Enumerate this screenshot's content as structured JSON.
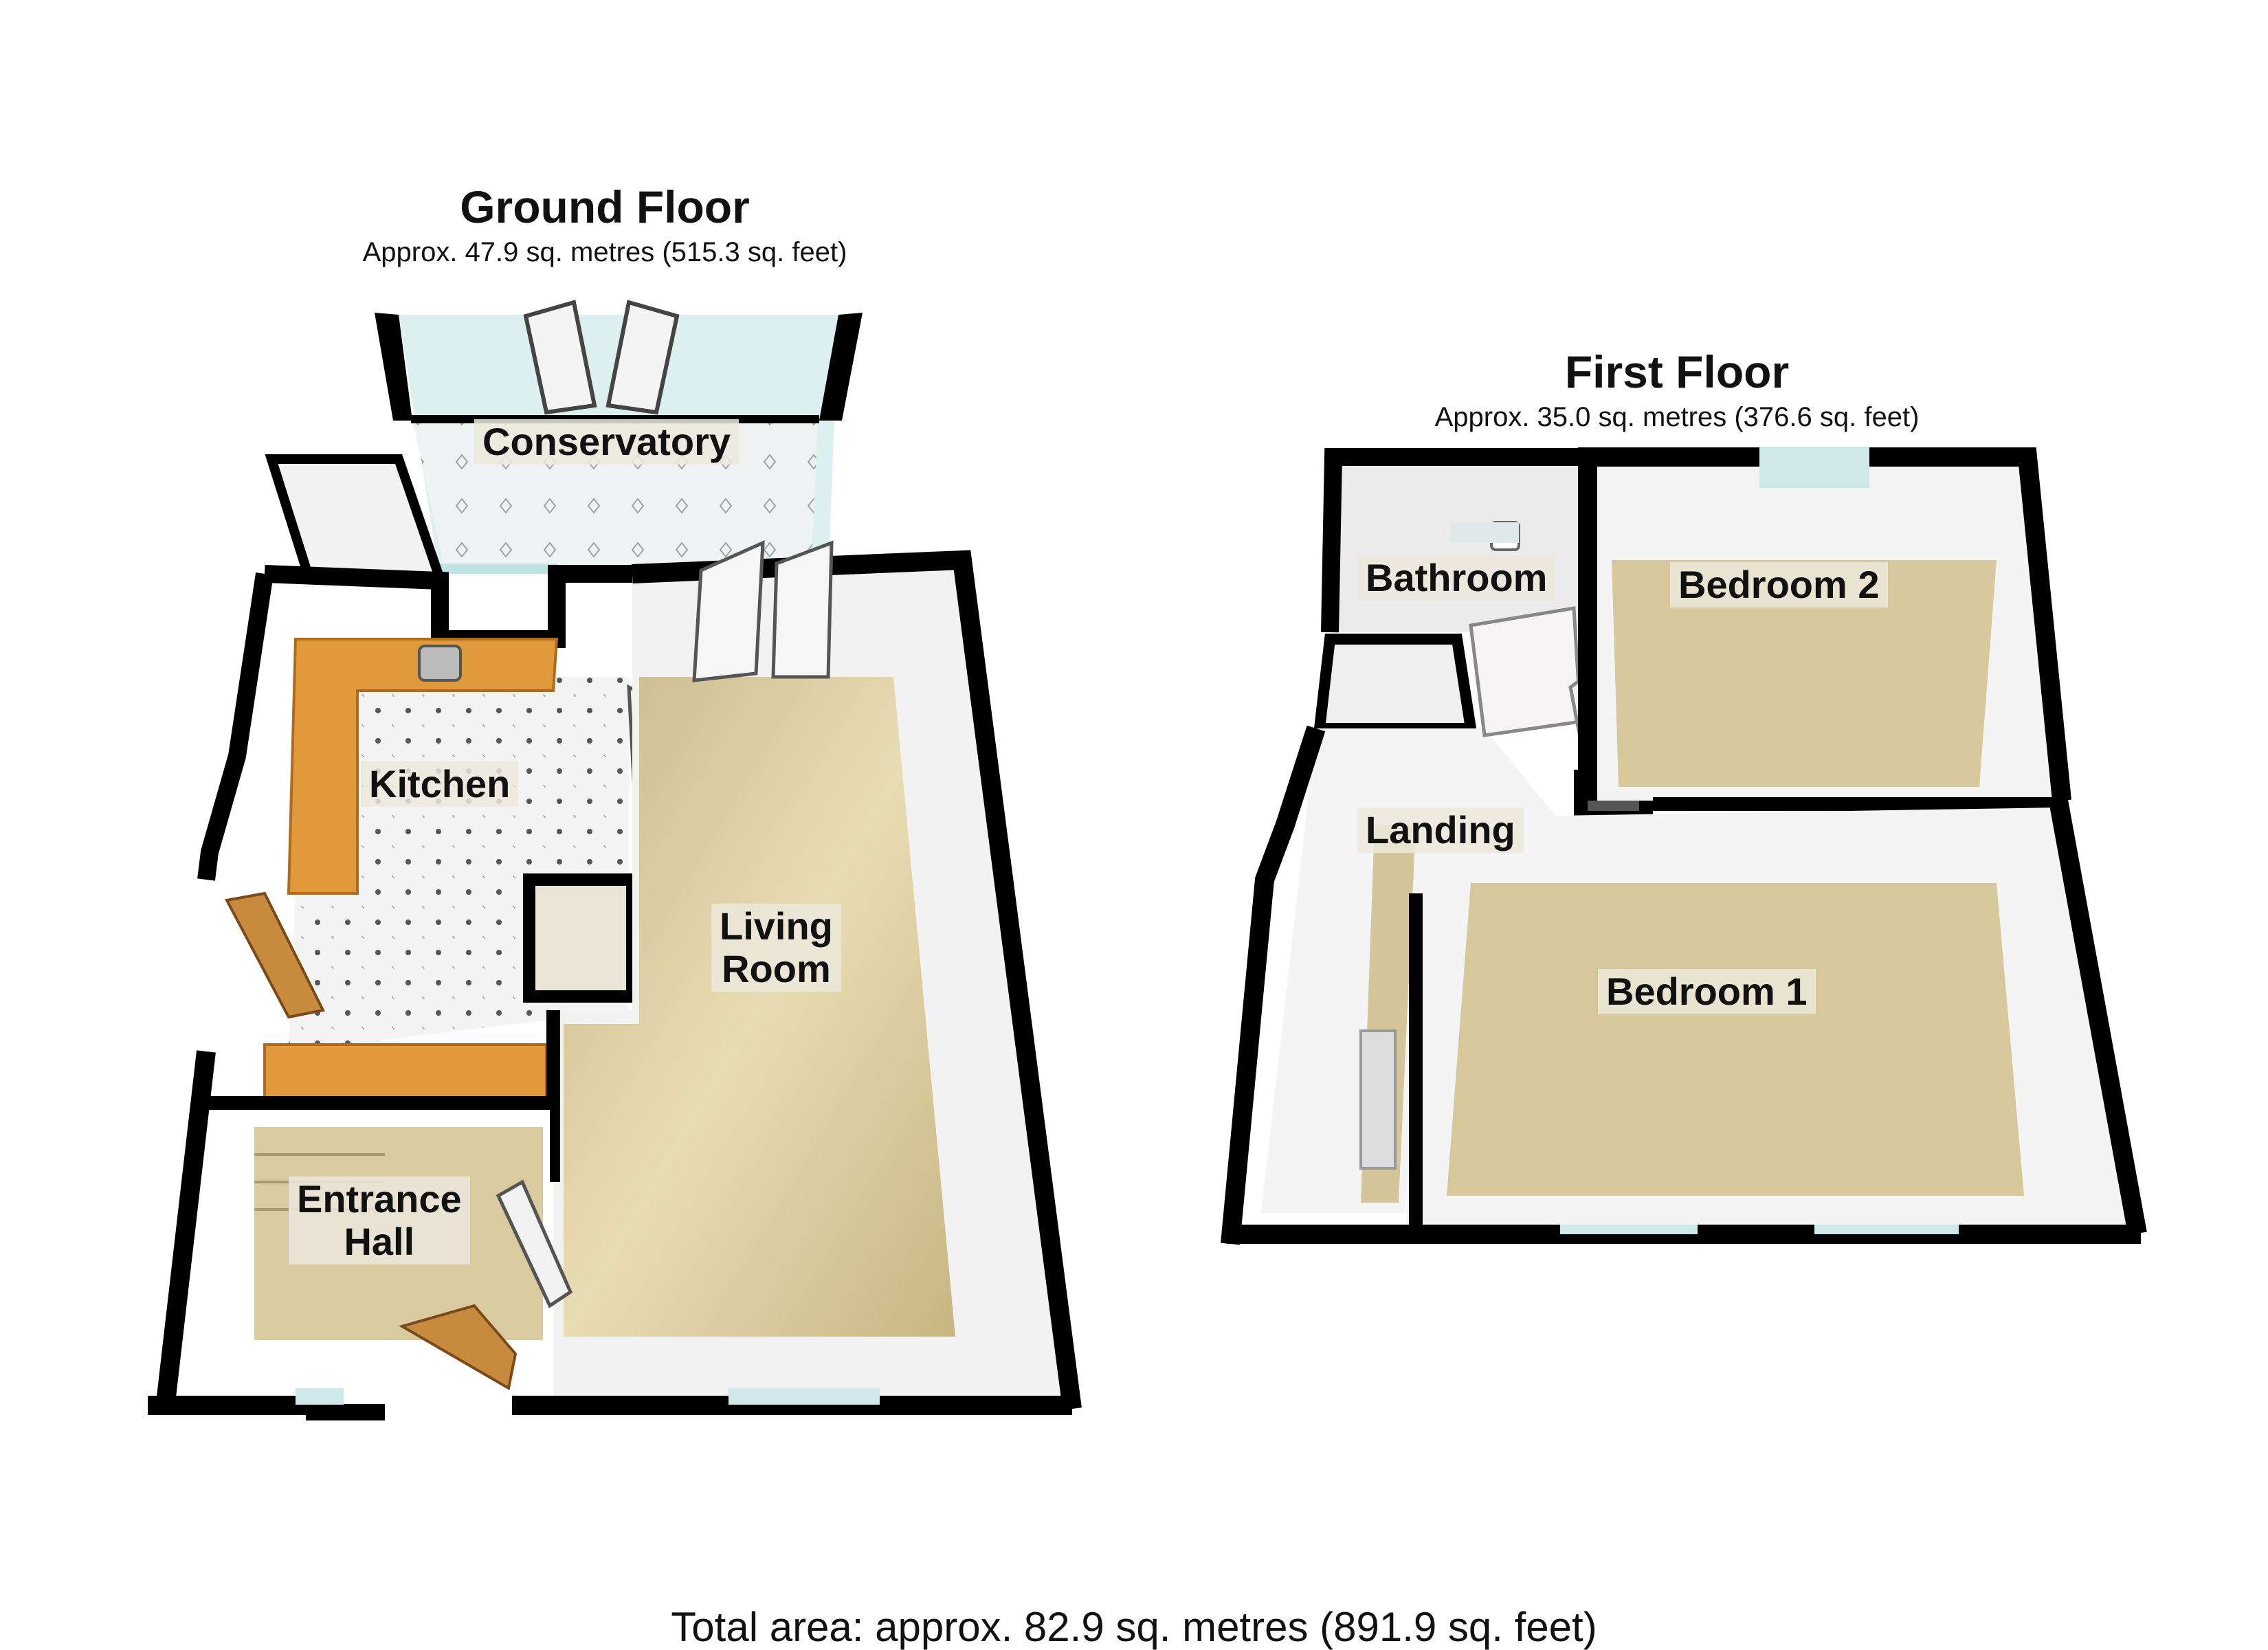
{
  "ground_floor": {
    "title": "Ground Floor",
    "area": "Approx. 47.9 sq. metres (515.3 sq. feet)",
    "rooms": {
      "conservatory": "Conservatory",
      "kitchen": "Kitchen",
      "living_room_line1": "Living",
      "living_room_line2": "Room",
      "entrance_hall_line1": "Entrance",
      "entrance_hall_line2": "Hall"
    }
  },
  "first_floor": {
    "title": "First Floor",
    "area": "Approx. 35.0 sq. metres (376.6 sq. feet)",
    "rooms": {
      "bathroom": "Bathroom",
      "bedroom_2": "Bedroom 2",
      "landing": "Landing",
      "bedroom_1": "Bedroom 1"
    }
  },
  "total_area": "Total area: approx. 82.9 sq. metres (891.9 sq. feet)",
  "colors": {
    "wall": "#000000",
    "carpet": "#d8c99a",
    "tile": "#f2f2f2",
    "worktop": "#e0983c",
    "glass": "#cfe9ea",
    "inner_wall": "#f8f8f8"
  }
}
